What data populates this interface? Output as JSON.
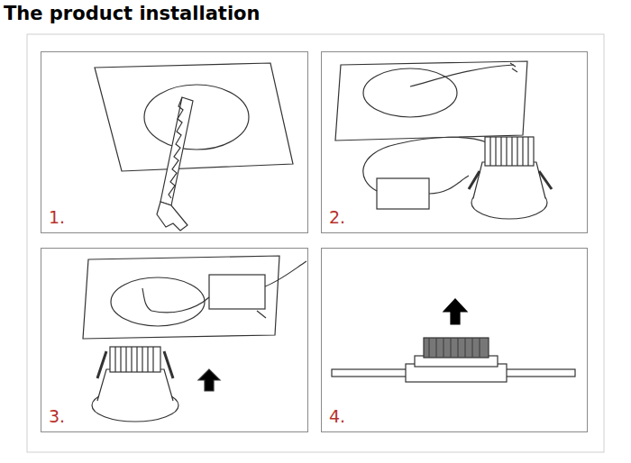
{
  "diagram": {
    "title": "The product installation",
    "nodes": [
      {
        "text": [
          "1."
        ]
      },
      {
        "text": [
          "2."
        ]
      },
      {
        "text": [
          "3."
        ]
      },
      {
        "text": [
          "4."
        ]
      }
    ]
  }
}
